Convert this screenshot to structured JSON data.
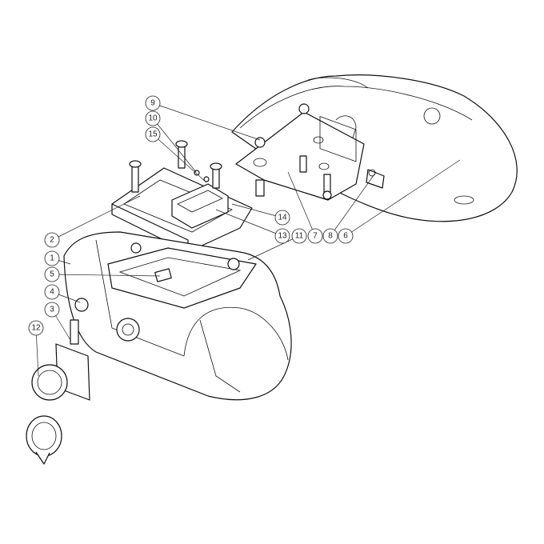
{
  "diagram": {
    "type": "exploded-assembly-drawing",
    "balloons": [
      "9",
      "10",
      "15",
      "14",
      "13",
      "11",
      "7",
      "8",
      "6",
      "2",
      "1",
      "5",
      "4",
      "3",
      "12"
    ]
  }
}
